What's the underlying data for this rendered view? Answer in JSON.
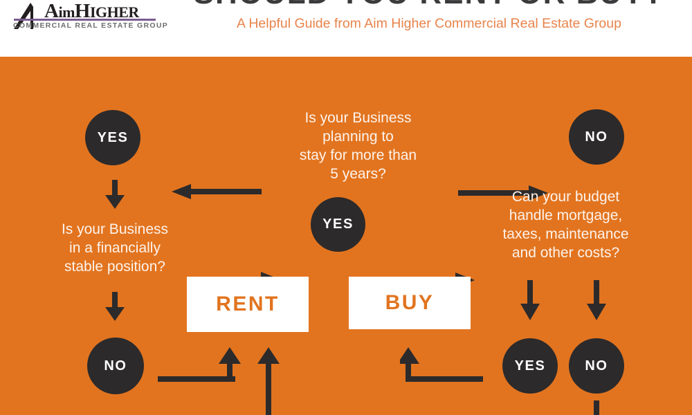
{
  "header": {
    "title": "SHOULD YOU RENT OR BUY?",
    "subtitle": "A Helpful Guide from Aim Higher Commercial Real Estate Group",
    "logo": {
      "word_a": "A",
      "word_im": "im",
      "word_h": "H",
      "word_igher": "IGHER",
      "tagline": "COMMERCIAL REAL ESTATE GROUP"
    }
  },
  "colors": {
    "panel_background": "#e2741f",
    "circle_fill": "#2c2a2b",
    "circle_text": "#ffffff",
    "question_text": "#fdf3ec",
    "decision_box_background": "#ffffff",
    "decision_box_text": "#e2741f",
    "arrow": "#2c2a2b",
    "subtitle_text": "#e8834a",
    "title_text": "#3b3b3d",
    "logo_rule": "#7a5b8f",
    "logo_tagline": "#6d6e71"
  },
  "flowchart": {
    "questions": {
      "q_stay_5_years": "Is your Business\nplanning to\nstay for more than\n5 years?",
      "q_financially_stable": "Is your Business\nin a financially\nstable position?",
      "q_budget_costs": "Can your budget\nhandle mortgage,\ntaxes, maintenance\nand other costs?"
    },
    "nodes": {
      "yes_top_left": "YES",
      "no_top_right": "NO",
      "yes_center": "YES",
      "no_bottom_left": "NO",
      "yes_bottom_right": "YES",
      "no_bottom_right": "NO"
    },
    "outcomes": {
      "rent": "RENT",
      "buy": "BUY"
    }
  }
}
